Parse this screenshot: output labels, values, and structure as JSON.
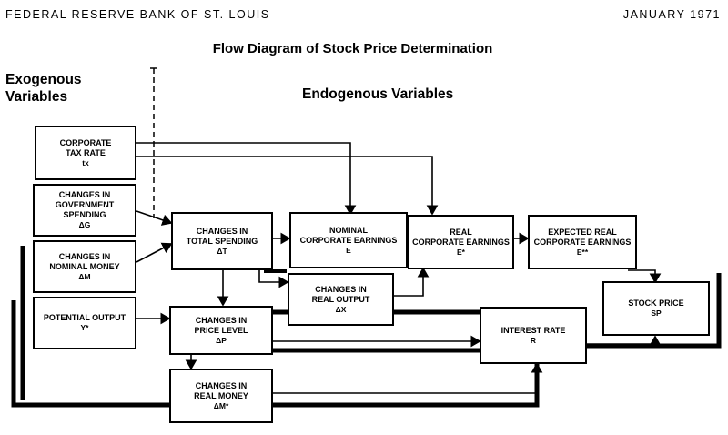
{
  "header": {
    "left": "FEDERAL RESERVE BANK OF ST. LOUIS",
    "right": "JANUARY 1971"
  },
  "title": "Flow Diagram of Stock Price Determination",
  "labels": {
    "exogenous_line1": "Exogenous",
    "exogenous_line2": "Variables",
    "endogenous": "Endogenous Variables"
  },
  "boxes": {
    "tax_rate": {
      "line1": "CORPORATE",
      "line2": "TAX RATE",
      "sym": "tx"
    },
    "gov_spending": {
      "line1": "Changes in",
      "line2": "GOVERNMENT SPENDING",
      "sym": "ΔG"
    },
    "nominal_money": {
      "line1": "Changes in",
      "line2": "NOMINAL MONEY",
      "sym": "ΔM"
    },
    "potential_output": {
      "line1": "POTENTIAL OUTPUT",
      "sym": "Y*"
    },
    "total_spending": {
      "line1": "Changes in",
      "line2": "TOTAL SPENDING",
      "sym": "ΔT"
    },
    "price_level": {
      "line1": "Changes in",
      "line2": "PRICE LEVEL",
      "sym": "ΔP"
    },
    "real_money": {
      "line1": "Changes in",
      "line2": "REAL MONEY",
      "sym": "ΔM*"
    },
    "nominal_earnings": {
      "line1": "NOMINAL",
      "line2": "CORPORATE EARNINGS",
      "sym": "E"
    },
    "real_output": {
      "line1": "Changes in",
      "line2": "REAL OUTPUT",
      "sym": "ΔX"
    },
    "real_earnings": {
      "line1": "REAL",
      "line2": "CORPORATE EARNINGS",
      "sym": "E*"
    },
    "expected_earnings": {
      "line1": "EXPECTED REAL",
      "line2": "CORPORATE EARNINGS",
      "sym": "E**"
    },
    "stock_price": {
      "line1": "STOCK PRICE",
      "sym": "SP"
    },
    "interest_rate": {
      "line1": "INTEREST RATE",
      "sym": "R"
    }
  }
}
